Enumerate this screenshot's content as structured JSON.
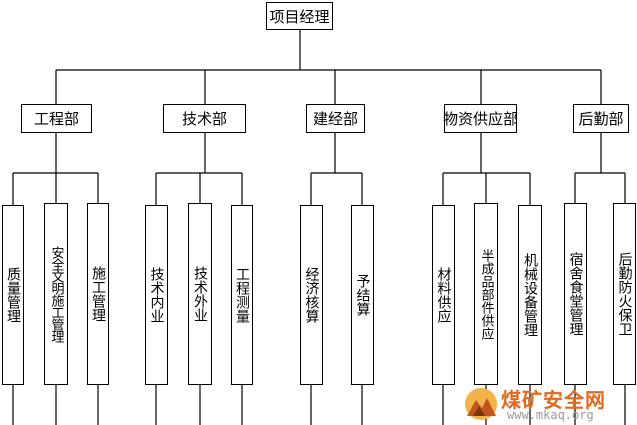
{
  "root": {
    "label": "项目经理"
  },
  "departments": [
    {
      "label": "工程部",
      "items": [
        "质量管理",
        "安全文明施工管理",
        "施工管理"
      ]
    },
    {
      "label": "技术部",
      "items": [
        "技术内业",
        "技术外业",
        "工程测量"
      ]
    },
    {
      "label": "建经部",
      "items": [
        "经济核算",
        "予结算"
      ]
    },
    {
      "label": "物资供应部",
      "items": [
        "材料供应",
        "半成品部件供应",
        "机械设备管理"
      ]
    },
    {
      "label": "后勤部",
      "items": [
        "宿舍食堂管理",
        "后勤防火保卫"
      ]
    }
  ],
  "watermark": {
    "title": "煤矿安全网",
    "url": "www.mkaq.org"
  },
  "colors": {
    "line": "#000000",
    "watermark_orange": "#e26a1e",
    "watermark_gray": "#9a9a9a"
  }
}
